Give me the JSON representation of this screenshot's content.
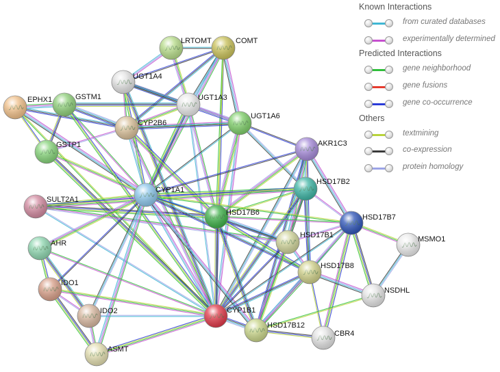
{
  "legend": {
    "known_header": "Known Interactions",
    "known": [
      {
        "label": "from curated databases",
        "color": "#3fb7d4"
      },
      {
        "label": "experimentally determined",
        "color": "#c64fcf"
      }
    ],
    "predicted_header": "Predicted Interactions",
    "predicted": [
      {
        "label": "gene neighborhood",
        "color": "#2fbf3a"
      },
      {
        "label": "gene fusions",
        "color": "#e63b2e"
      },
      {
        "label": "gene co-occurrence",
        "color": "#2a3bd8"
      }
    ],
    "others_header": "Others",
    "others": [
      {
        "label": "textmining",
        "color": "#b9d33a"
      },
      {
        "label": "co-expression",
        "color": "#3a3a3a"
      },
      {
        "label": "protein homology",
        "color": "#9ba3e6"
      }
    ]
  },
  "network": {
    "nodes": [
      {
        "id": "LRTOMT",
        "label": "LRTOMT",
        "color": "#b7dc8a"
      },
      {
        "id": "COMT",
        "label": "COMT",
        "color": "#c9c15a"
      },
      {
        "id": "UGT1A4",
        "label": "UGT1A4",
        "color": "#e2e2e2"
      },
      {
        "id": "UGT1A3",
        "label": "UGT1A3",
        "color": "#e8e8e8"
      },
      {
        "id": "EPHX1",
        "label": "EPHX1",
        "color": "#f0c08a"
      },
      {
        "id": "GSTM1",
        "label": "GSTM1",
        "color": "#8fcf7a"
      },
      {
        "id": "CYP2B6",
        "label": "CYP2B6",
        "color": "#d9c09a"
      },
      {
        "id": "UGT1A6",
        "label": "UGT1A6",
        "color": "#7fce6a"
      },
      {
        "id": "GSTP1",
        "label": "GSTP1",
        "color": "#86d37a"
      },
      {
        "id": "AKR1C3",
        "label": "AKR1C3",
        "color": "#a58ad8"
      },
      {
        "id": "HSD17B2",
        "label": "HSD17B2",
        "color": "#3fb5a5"
      },
      {
        "id": "SULT2A1",
        "label": "SULT2A1",
        "color": "#d28aa0"
      },
      {
        "id": "CYP1A1",
        "label": "CYP1A1",
        "color": "#8cc6ea"
      },
      {
        "id": "HSD17B6",
        "label": "HSD17B6",
        "color": "#3fb14a"
      },
      {
        "id": "HSD17B7",
        "label": "HSD17B7",
        "color": "#2f55b8"
      },
      {
        "id": "HSD17B1",
        "label": "HSD17B1",
        "color": "#cfd39a"
      },
      {
        "id": "MSMO1",
        "label": "MSMO1",
        "color": "#eaeaea"
      },
      {
        "id": "AHR",
        "label": "AHR",
        "color": "#8fd6b0"
      },
      {
        "id": "HSD17B8",
        "label": "HSD17B8",
        "color": "#cfd08a"
      },
      {
        "id": "IDO1",
        "label": "IDO1",
        "color": "#d8a08a"
      },
      {
        "id": "NSDHL",
        "label": "NSDHL",
        "color": "#e4e4e4"
      },
      {
        "id": "IDO2",
        "label": "IDO2",
        "color": "#d8b8a0"
      },
      {
        "id": "CYP1B1",
        "label": "CYP1B1",
        "color": "#e03a4a"
      },
      {
        "id": "HSD17B12",
        "label": "HSD17B12",
        "color": "#c9d58a"
      },
      {
        "id": "CBR4",
        "label": "CBR4",
        "color": "#e2e2e2"
      },
      {
        "id": "ASMT",
        "label": "ASMT",
        "color": "#e2ddb0"
      }
    ],
    "edges": [
      [
        "LRTOMT",
        "COMT"
      ],
      [
        "LRTOMT",
        "UGT1A4"
      ],
      [
        "LRTOMT",
        "UGT1A3"
      ],
      [
        "COMT",
        "UGT1A4"
      ],
      [
        "COMT",
        "UGT1A3"
      ],
      [
        "COMT",
        "CYP1A1"
      ],
      [
        "COMT",
        "CYP1B1"
      ],
      [
        "COMT",
        "CYP2B6"
      ],
      [
        "COMT",
        "UGT1A6"
      ],
      [
        "COMT",
        "HSD17B6"
      ],
      [
        "UGT1A4",
        "UGT1A3"
      ],
      [
        "UGT1A4",
        "UGT1A6"
      ],
      [
        "UGT1A4",
        "CYP2B6"
      ],
      [
        "UGT1A4",
        "CYP1A1"
      ],
      [
        "UGT1A4",
        "CYP1B1"
      ],
      [
        "UGT1A3",
        "UGT1A6"
      ],
      [
        "UGT1A3",
        "CYP2B6"
      ],
      [
        "UGT1A3",
        "CYP1A1"
      ],
      [
        "UGT1A3",
        "CYP1B1"
      ],
      [
        "UGT1A3",
        "HSD17B6"
      ],
      [
        "UGT1A6",
        "CYP2B6"
      ],
      [
        "UGT1A6",
        "CYP1A1"
      ],
      [
        "UGT1A6",
        "CYP1B1"
      ],
      [
        "UGT1A6",
        "HSD17B6"
      ],
      [
        "UGT1A6",
        "AKR1C3"
      ],
      [
        "UGT1A6",
        "HSD17B2"
      ],
      [
        "EPHX1",
        "GSTM1"
      ],
      [
        "EPHX1",
        "GSTP1"
      ],
      [
        "EPHX1",
        "CYP2B6"
      ],
      [
        "EPHX1",
        "CYP1A1"
      ],
      [
        "EPHX1",
        "CYP1B1"
      ],
      [
        "GSTM1",
        "GSTP1"
      ],
      [
        "GSTM1",
        "CYP2B6"
      ],
      [
        "GSTM1",
        "CYP1A1"
      ],
      [
        "GSTM1",
        "CYP1B1"
      ],
      [
        "GSTM1",
        "UGT1A3"
      ],
      [
        "GSTP1",
        "CYP2B6"
      ],
      [
        "GSTP1",
        "CYP1A1"
      ],
      [
        "GSTP1",
        "CYP1B1"
      ],
      [
        "CYP2B6",
        "CYP1A1"
      ],
      [
        "CYP2B6",
        "CYP1B1"
      ],
      [
        "CYP2B6",
        "HSD17B6"
      ],
      [
        "CYP2B6",
        "UGT1A6"
      ],
      [
        "AKR1C3",
        "HSD17B2"
      ],
      [
        "AKR1C3",
        "HSD17B6"
      ],
      [
        "AKR1C3",
        "CYP1A1"
      ],
      [
        "AKR1C3",
        "CYP1B1"
      ],
      [
        "AKR1C3",
        "HSD17B1"
      ],
      [
        "AKR1C3",
        "HSD17B8"
      ],
      [
        "AKR1C3",
        "HSD17B12"
      ],
      [
        "AKR1C3",
        "HSD17B7"
      ],
      [
        "HSD17B2",
        "HSD17B6"
      ],
      [
        "HSD17B2",
        "HSD17B1"
      ],
      [
        "HSD17B2",
        "HSD17B8"
      ],
      [
        "HSD17B2",
        "HSD17B12"
      ],
      [
        "HSD17B2",
        "CYP1A1"
      ],
      [
        "HSD17B2",
        "CYP1B1"
      ],
      [
        "HSD17B2",
        "HSD17B7"
      ],
      [
        "SULT2A1",
        "CYP1A1"
      ],
      [
        "SULT2A1",
        "HSD17B6"
      ],
      [
        "SULT2A1",
        "CYP1B1"
      ],
      [
        "SULT2A1",
        "HSD17B1"
      ],
      [
        "SULT2A1",
        "HSD17B2"
      ],
      [
        "CYP1A1",
        "HSD17B6"
      ],
      [
        "CYP1A1",
        "CYP1B1"
      ],
      [
        "CYP1A1",
        "AHR"
      ],
      [
        "CYP1A1",
        "IDO1"
      ],
      [
        "CYP1A1",
        "IDO2"
      ],
      [
        "CYP1A1",
        "ASMT"
      ],
      [
        "CYP1A1",
        "HSD17B1"
      ],
      [
        "CYP1A1",
        "HSD17B8"
      ],
      [
        "CYP1A1",
        "HSD17B12"
      ],
      [
        "CYP1A1",
        "HSD17B7"
      ],
      [
        "HSD17B6",
        "CYP1B1"
      ],
      [
        "HSD17B6",
        "HSD17B1"
      ],
      [
        "HSD17B6",
        "HSD17B7"
      ],
      [
        "HSD17B6",
        "HSD17B8"
      ],
      [
        "HSD17B6",
        "HSD17B12"
      ],
      [
        "HSD17B7",
        "HSD17B1"
      ],
      [
        "HSD17B7",
        "MSMO1"
      ],
      [
        "HSD17B7",
        "NSDHL"
      ],
      [
        "HSD17B7",
        "HSD17B8"
      ],
      [
        "HSD17B7",
        "HSD17B12"
      ],
      [
        "HSD17B7",
        "CBR4"
      ],
      [
        "HSD17B7",
        "CYP1B1"
      ],
      [
        "HSD17B1",
        "HSD17B8"
      ],
      [
        "HSD17B1",
        "HSD17B12"
      ],
      [
        "HSD17B1",
        "CYP1B1"
      ],
      [
        "MSMO1",
        "NSDHL"
      ],
      [
        "HSD17B8",
        "HSD17B12"
      ],
      [
        "HSD17B8",
        "CBR4"
      ],
      [
        "HSD17B8",
        "CYP1B1"
      ],
      [
        "HSD17B8",
        "NSDHL"
      ],
      [
        "NSDHL",
        "HSD17B12"
      ],
      [
        "HSD17B12",
        "CBR4"
      ],
      [
        "HSD17B12",
        "CYP1B1"
      ],
      [
        "AHR",
        "CYP1B1"
      ],
      [
        "AHR",
        "IDO1"
      ],
      [
        "AHR",
        "IDO2"
      ],
      [
        "IDO1",
        "IDO2"
      ],
      [
        "IDO1",
        "CYP1B1"
      ],
      [
        "IDO1",
        "ASMT"
      ],
      [
        "IDO2",
        "CYP1B1"
      ],
      [
        "IDO2",
        "ASMT"
      ],
      [
        "ASMT",
        "CYP1B1"
      ]
    ]
  }
}
